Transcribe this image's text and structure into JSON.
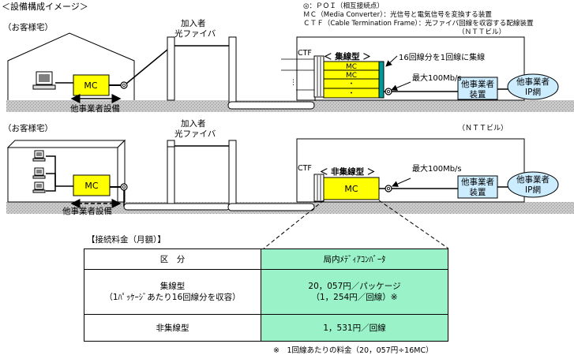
{
  "title": "＜設備構成イメージ＞",
  "legend": {
    "poi": "◎：ＰＯＩ（相互接続点）",
    "mc": "ＭＣ（Media Converter）：光信号と電気信号を変換する装置",
    "ctf": "ＣＴＦ（Cable Termination Frame）：光ファイバ回線を収容する配線装置",
    "ntt": "（ＮＴＴビル）"
  },
  "top_section": {
    "customer_label": "（お客様宅）",
    "fiber_label_1": "加入者",
    "fiber_label_2": "光ファイバ",
    "mc_label": "MC",
    "other_equip_label": "他事業者設備",
    "ctf_label": "CTF",
    "type_label": "＜ 集線型 ＞",
    "mc_stack": [
      "MC",
      "MC",
      "・",
      "・"
    ],
    "aggregation_note": "16回線分を1回線に集線",
    "max_speed": "最大100Mb/s",
    "carrier_equip_1": "他事業者",
    "carrier_equip_2": "装置",
    "ip_net_1": "他事業者",
    "ip_net_2": "IP網"
  },
  "bottom_section": {
    "customer_label": "（お客様宅）",
    "fiber_label_1": "加入者",
    "fiber_label_2": "光ファイバ",
    "ntt_label": "（ＮＴＴビル）",
    "mc_label": "MC",
    "other_equip_label": "他事業者設備",
    "ctf_label": "CTF",
    "type_label": "＜ 非集線型 ＞",
    "max_speed": "最大100Mb/s",
    "carrier_equip_1": "他事業者",
    "carrier_equip_2": "装置",
    "ip_net_1": "他事業者",
    "ip_net_2": "IP網"
  },
  "fee_table": {
    "caption": "【接続料金（月額）】",
    "header_left": "区　分",
    "header_right": "局内ﾒﾃﾞｨｱｺﾝﾊﾞｰﾀ",
    "row1_left_1": "集線型",
    "row1_left_2": "（1ﾊﾟｯｹｰｼﾞあたり16回線分を収容）",
    "row1_right_1": "20，057円／パッケージ",
    "row1_right_2": "（1，254円／回線）※",
    "row2_left": "非集線型",
    "row2_right": "1，531円／回線",
    "footnote": "※　1回線あたりの料金（20，057円÷16MC）"
  },
  "colors": {
    "mc_yellow": "#ffff00",
    "carrier_blue": "#ccecff",
    "table_green": "#99f2c8",
    "ground_gray": "#c0c0c0",
    "teal_bar": "#009999"
  }
}
